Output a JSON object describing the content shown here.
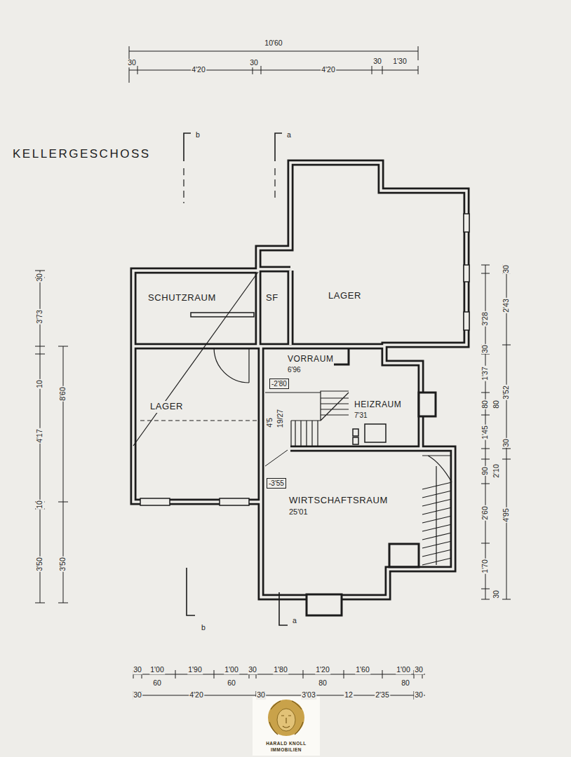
{
  "diagram": {
    "title": "KELLERGESCHOSS",
    "nodes": [
      {
        "text": [
          "SCHUTZRAUM"
        ]
      },
      {
        "text": [
          "SF"
        ]
      },
      {
        "text": [
          "LAGER"
        ]
      },
      {
        "text": [
          "VORRAUM",
          "6'96"
        ]
      },
      {
        "text": [
          "-2'80"
        ],
        "in": 3
      },
      {
        "text": [
          "HEIZRAUM",
          "7'31"
        ]
      },
      {
        "text": [
          "LAGER"
        ]
      },
      {
        "text": [
          "WIRTSCHAFTSRAUM",
          "25'01"
        ]
      },
      {
        "text": [
          "-3'55"
        ],
        "in": 7
      }
    ],
    "labels": [
      "10'60",
      "30",
      "4'20",
      "30",
      "4'20",
      "30",
      "1'30",
      "b",
      "a",
      "30",
      "3'73",
      "10",
      "8'60",
      "4'17",
      "10",
      "3'50",
      "3'50",
      "30",
      "2'43",
      "3'28",
      "30",
      "1'37",
      "3'52",
      "80",
      "80",
      "1'45",
      "30",
      "90",
      "2'10",
      "2'60",
      "4'95",
      "1'70",
      "30",
      "4'5",
      "19/27",
      "b",
      "a",
      "30",
      "1'00",
      "1'90",
      "1'00",
      "30",
      "1'80",
      "1'20",
      "1'60",
      "1'00",
      "30",
      "60",
      "60",
      "80",
      "80",
      "30",
      "4'20",
      "30",
      "3'03",
      "12",
      "2'35",
      "30",
      "HARALD KNOLL",
      "IMMOBILIEN"
    ]
  }
}
